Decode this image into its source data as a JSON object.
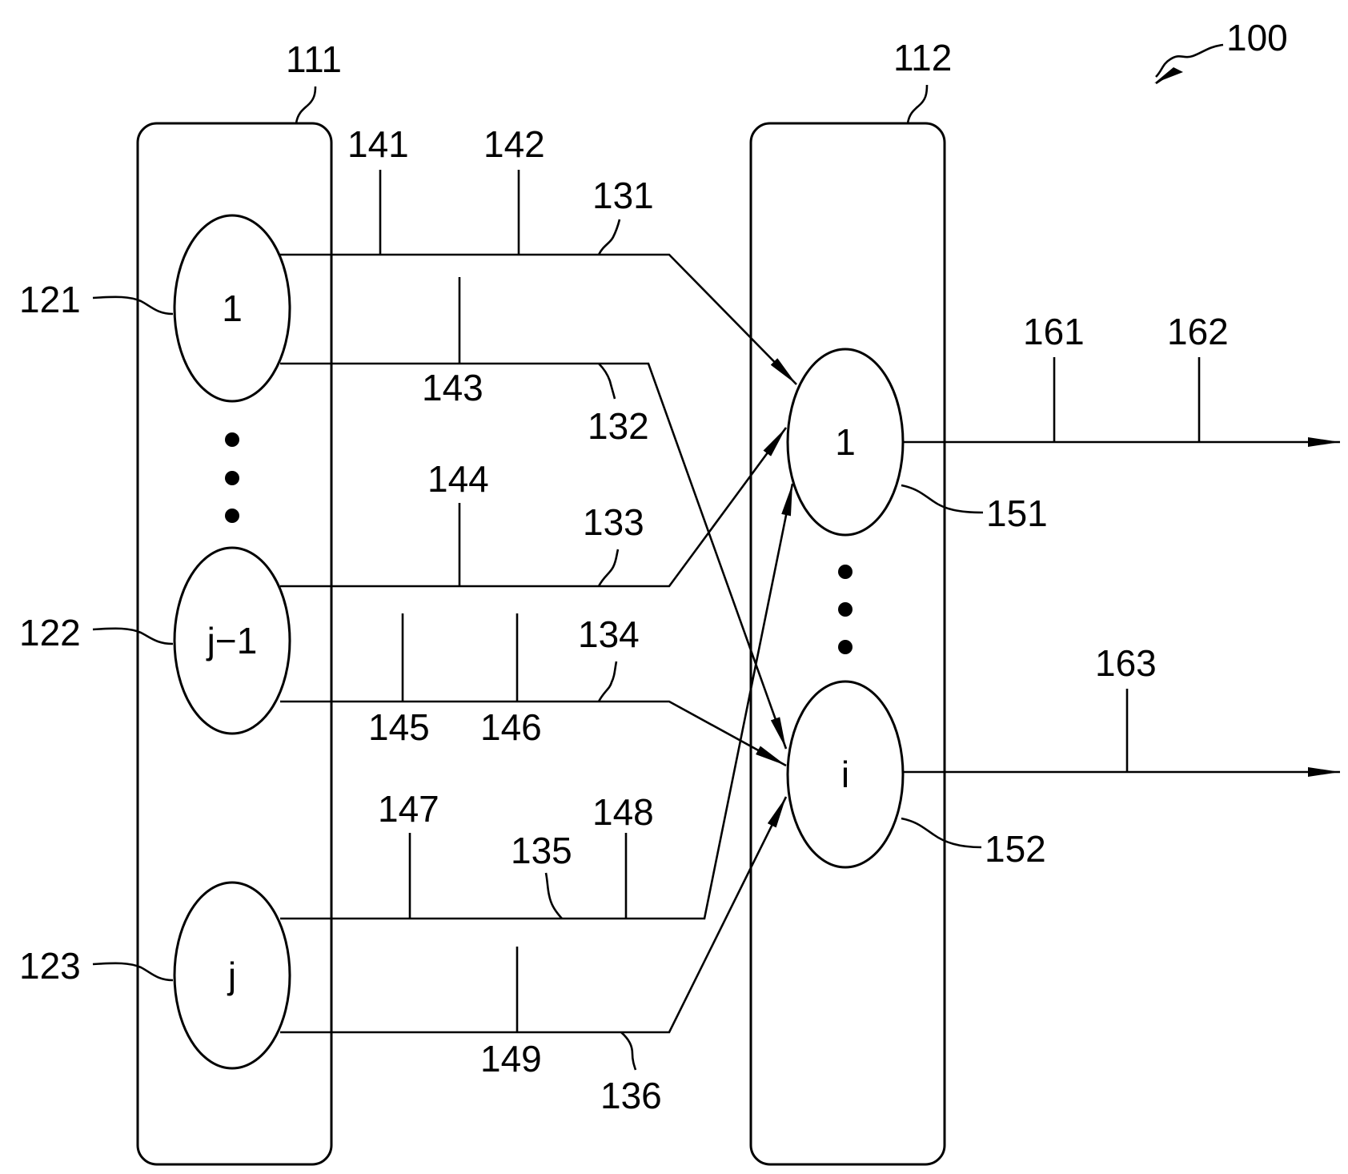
{
  "figure_number": "100",
  "layers": [
    {
      "ref": "111"
    },
    {
      "ref": "112"
    }
  ],
  "input_nodes": [
    {
      "ref": "121",
      "label": "1"
    },
    {
      "ref": "122",
      "label": "j−1"
    },
    {
      "ref": "123",
      "label": "j"
    }
  ],
  "output_nodes": [
    {
      "ref": "151",
      "label": "1"
    },
    {
      "ref": "152",
      "label": "i"
    }
  ],
  "connection_refs": [
    "131",
    "132",
    "133",
    "134",
    "135",
    "136"
  ],
  "weight_refs": [
    "141",
    "142",
    "143",
    "144",
    "145",
    "146",
    "147",
    "148",
    "149"
  ],
  "output_refs": [
    "161",
    "162",
    "163"
  ]
}
